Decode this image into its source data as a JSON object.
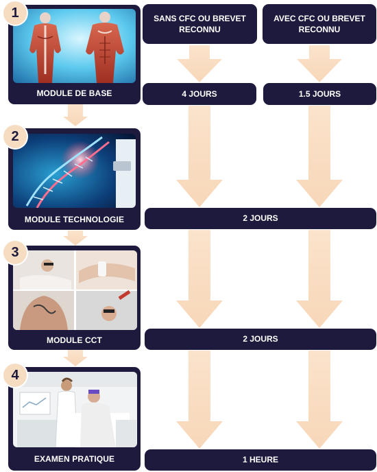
{
  "columns": {
    "without_cfc": "SANS CFC OU BREVET RECONNU",
    "with_cfc": "AVEC CFC OU BREVET RECONNU"
  },
  "modules": [
    {
      "number": "1",
      "label": "MODULE DE BASE"
    },
    {
      "number": "2",
      "label": "MODULE TECHNOLOGIE"
    },
    {
      "number": "3",
      "label": "MODULE CCT"
    },
    {
      "number": "4",
      "label": "EXAMEN PRATIQUE"
    }
  ],
  "durations": {
    "base_without": "4 JOURS",
    "base_with": "1.5 JOURS",
    "technologie": "2 JOURS",
    "cct": "2 JOURS",
    "examen": "1 HEURE"
  },
  "colors": {
    "navy": "#1e1a3d",
    "arrow_peach": "#f9dfc5",
    "badge": "#f6ddc2"
  }
}
